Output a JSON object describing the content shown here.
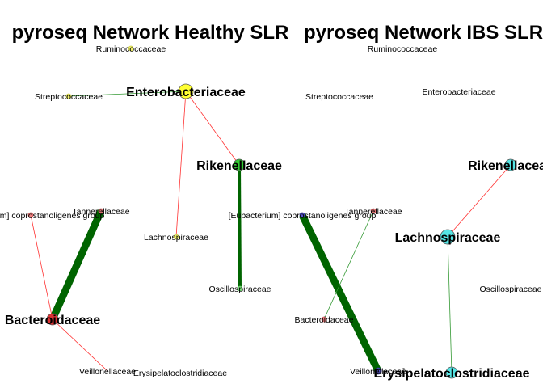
{
  "panels": [
    {
      "id": "healthy",
      "title": "pyroseq Network Healthy SLR",
      "nodes": [
        {
          "id": "rum",
          "label": "Ruminococcaceae",
          "color": "#f2f26a",
          "stroke": "#c8c84a",
          "size": "tiny",
          "label_size": "small"
        },
        {
          "id": "ent",
          "label": "Enterobacteriaceae",
          "color": "#ffff33",
          "stroke": "#555555",
          "size": "large",
          "label_size": "big"
        },
        {
          "id": "str",
          "label": "Streptococcaceae",
          "color": "#f2f26a",
          "stroke": "#c8c84a",
          "size": "tiny",
          "label_size": "small"
        },
        {
          "id": "rik",
          "label": "Rikenellaceae",
          "color": "#33cc33",
          "stroke": "#555555",
          "size": "medium",
          "label_size": "big"
        },
        {
          "id": "cop",
          "label": "[Eubacterium] coprostanoligenes group",
          "color": "#f08080",
          "stroke": "#d06060",
          "size": "tiny",
          "label_size": "small"
        },
        {
          "id": "tan",
          "label": "Tannerellaceae",
          "color": "#f08080",
          "stroke": "#d06060",
          "size": "tiny",
          "label_size": "small"
        },
        {
          "id": "lac",
          "label": "Lachnospiraceae",
          "color": "#f2f26a",
          "stroke": "#c8c84a",
          "size": "tiny",
          "label_size": "small"
        },
        {
          "id": "osc",
          "label": "Oscillospiraceae",
          "color": "#7ee27e",
          "stroke": "#5cc05c",
          "size": "tiny",
          "label_size": "small"
        },
        {
          "id": "bac",
          "label": "Bacteroidaceae",
          "color": "#dd3333",
          "stroke": "#555555",
          "size": "medium",
          "label_size": "big"
        },
        {
          "id": "vei",
          "label": "Veillonellaceae",
          "color": "#f08080",
          "stroke": "#d06060",
          "size": "none",
          "label_size": "small"
        },
        {
          "id": "ery",
          "label": "Erysipelatoclostridiaceae",
          "color": "#ffffff",
          "stroke": "#ffffff",
          "size": "none",
          "label_size": "small"
        }
      ],
      "edges": [
        {
          "from": "str",
          "to": "ent",
          "color": "#339933",
          "weight": "thin"
        },
        {
          "from": "ent",
          "to": "rik",
          "color": "#ff3333",
          "weight": "thin"
        },
        {
          "from": "ent",
          "to": "lac",
          "color": "#ff3333",
          "weight": "thin"
        },
        {
          "from": "rik",
          "to": "osc",
          "color": "#006400",
          "weight": "medium"
        },
        {
          "from": "tan",
          "to": "bac",
          "color": "#006400",
          "weight": "heavy"
        },
        {
          "from": "cop",
          "to": "bac",
          "color": "#ff3333",
          "weight": "thin"
        },
        {
          "from": "bac",
          "to": "vei",
          "color": "#ff3333",
          "weight": "thin"
        }
      ]
    },
    {
      "id": "ibs",
      "title": "pyroseq Network IBS SLR",
      "nodes": [
        {
          "id": "rum",
          "label": "Ruminococcaceae",
          "color": "#ffffff",
          "stroke": "#ffffff",
          "size": "none",
          "label_size": "small"
        },
        {
          "id": "ent",
          "label": "Enterobacteriaceae",
          "color": "#ffffff",
          "stroke": "#ffffff",
          "size": "none",
          "label_size": "small"
        },
        {
          "id": "str",
          "label": "Streptococcaceae",
          "color": "#ffffff",
          "stroke": "#ffffff",
          "size": "none",
          "label_size": "small"
        },
        {
          "id": "rik",
          "label": "Rikenellaceae",
          "color": "#55e5e5",
          "stroke": "#555555",
          "size": "medium",
          "label_size": "big"
        },
        {
          "id": "cop",
          "label": "[Eubacterium] coprostanoligenes group",
          "color": "#5555cc",
          "stroke": "#333399",
          "size": "tiny",
          "label_size": "small"
        },
        {
          "id": "tan",
          "label": "Tannerellaceae",
          "color": "#f08080",
          "stroke": "#d06060",
          "size": "tiny",
          "label_size": "small"
        },
        {
          "id": "lac",
          "label": "Lachnospiraceae",
          "color": "#55e5e5",
          "stroke": "#555555",
          "size": "large",
          "label_size": "big"
        },
        {
          "id": "osc",
          "label": "Oscillospiraceae",
          "color": "#ffffff",
          "stroke": "#ffffff",
          "size": "none",
          "label_size": "small"
        },
        {
          "id": "bac",
          "label": "Bacteroidaceae",
          "color": "#f08080",
          "stroke": "#d06060",
          "size": "tiny",
          "label_size": "small"
        },
        {
          "id": "vei",
          "label": "Veillonellaceae",
          "color": "#5555cc",
          "stroke": "#333399",
          "size": "small",
          "label_size": "small"
        },
        {
          "id": "ery",
          "label": "Erysipelatoclostridiaceae",
          "color": "#55e5e5",
          "stroke": "#555555",
          "size": "medium",
          "label_size": "big"
        }
      ],
      "edges": [
        {
          "from": "rik",
          "to": "lac",
          "color": "#ff3333",
          "weight": "thin"
        },
        {
          "from": "lac",
          "to": "ery",
          "color": "#339933",
          "weight": "thin"
        },
        {
          "from": "cop",
          "to": "vei",
          "color": "#006400",
          "weight": "heavy"
        },
        {
          "from": "tan",
          "to": "bac",
          "color": "#339933",
          "weight": "thin"
        }
      ]
    }
  ]
}
